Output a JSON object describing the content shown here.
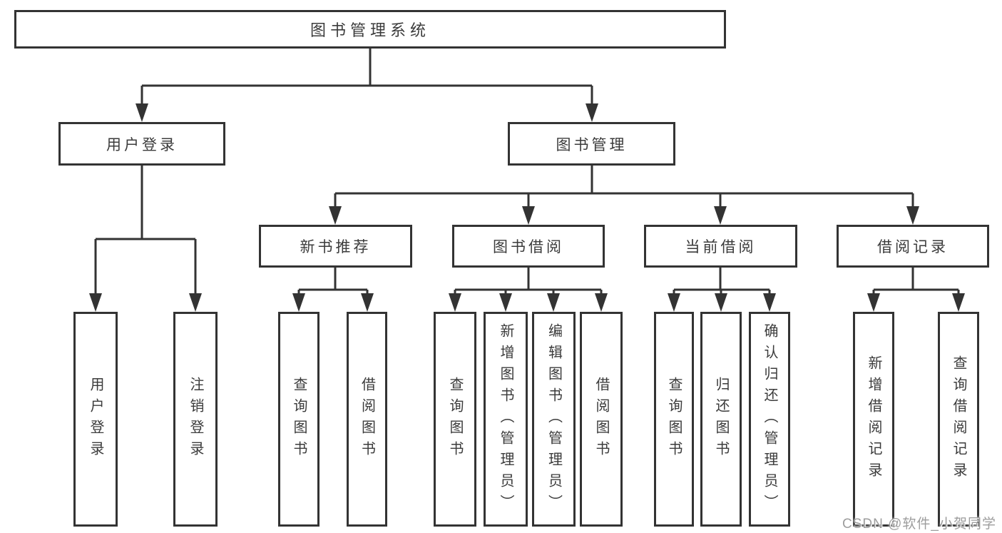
{
  "tree": {
    "root": {
      "label": "图书管理系统"
    },
    "children": [
      {
        "label": "用户登录",
        "children": [
          {
            "label": "用户登录"
          },
          {
            "label": "注销登录"
          }
        ]
      },
      {
        "label": "图书管理",
        "children": [
          {
            "label": "新书推荐",
            "children": [
              {
                "label": "查询图书"
              },
              {
                "label": "借阅图书"
              }
            ]
          },
          {
            "label": "图书借阅",
            "children": [
              {
                "label": "查询图书"
              },
              {
                "label": "新增图书（管理员）"
              },
              {
                "label": "编辑图书（管理员）"
              },
              {
                "label": "借阅图书"
              }
            ]
          },
          {
            "label": "当前借阅",
            "children": [
              {
                "label": "查询图书"
              },
              {
                "label": "归还图书"
              },
              {
                "label": "确认归还（管理员）"
              }
            ]
          },
          {
            "label": "借阅记录",
            "children": [
              {
                "label": "新增借阅记录"
              },
              {
                "label": "查询借阅记录"
              }
            ]
          }
        ]
      }
    ]
  },
  "watermark": "CSDN @软件_小贺同学",
  "colors": {
    "line": "#333333",
    "text": "#3b3b3b",
    "background": "#ffffff",
    "watermark": "#9d9d9d"
  }
}
